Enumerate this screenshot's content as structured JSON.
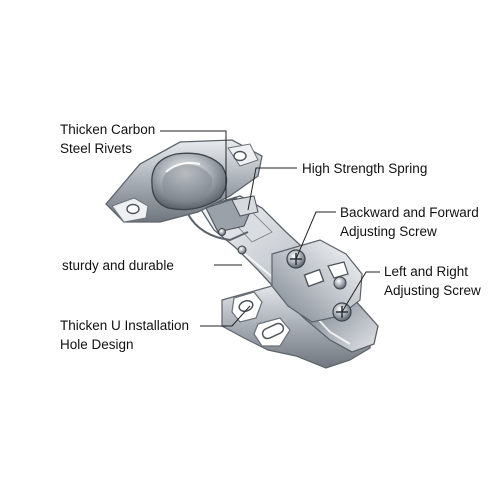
{
  "callouts": {
    "rivets": {
      "line1": "Thicken Carbon",
      "line2": "Steel Rivets"
    },
    "spring": {
      "line1": "High Strength Spring"
    },
    "backward_forward": {
      "line1": "Backward and Forward",
      "line2": "Adjusting Screw"
    },
    "sturdy": {
      "line1": "sturdy and durable"
    },
    "left_right": {
      "line1": "Left and Right",
      "line2": "Adjusting Screw"
    },
    "u_installation": {
      "line1": "Thicken U Installation",
      "line2": "Hole Design"
    }
  },
  "colors": {
    "background": "#ffffff",
    "text": "#111111",
    "leader_line": "#222222",
    "steel_light": "#eef0f2",
    "steel_mid": "#b9bec4",
    "steel_dark": "#5c636b"
  }
}
